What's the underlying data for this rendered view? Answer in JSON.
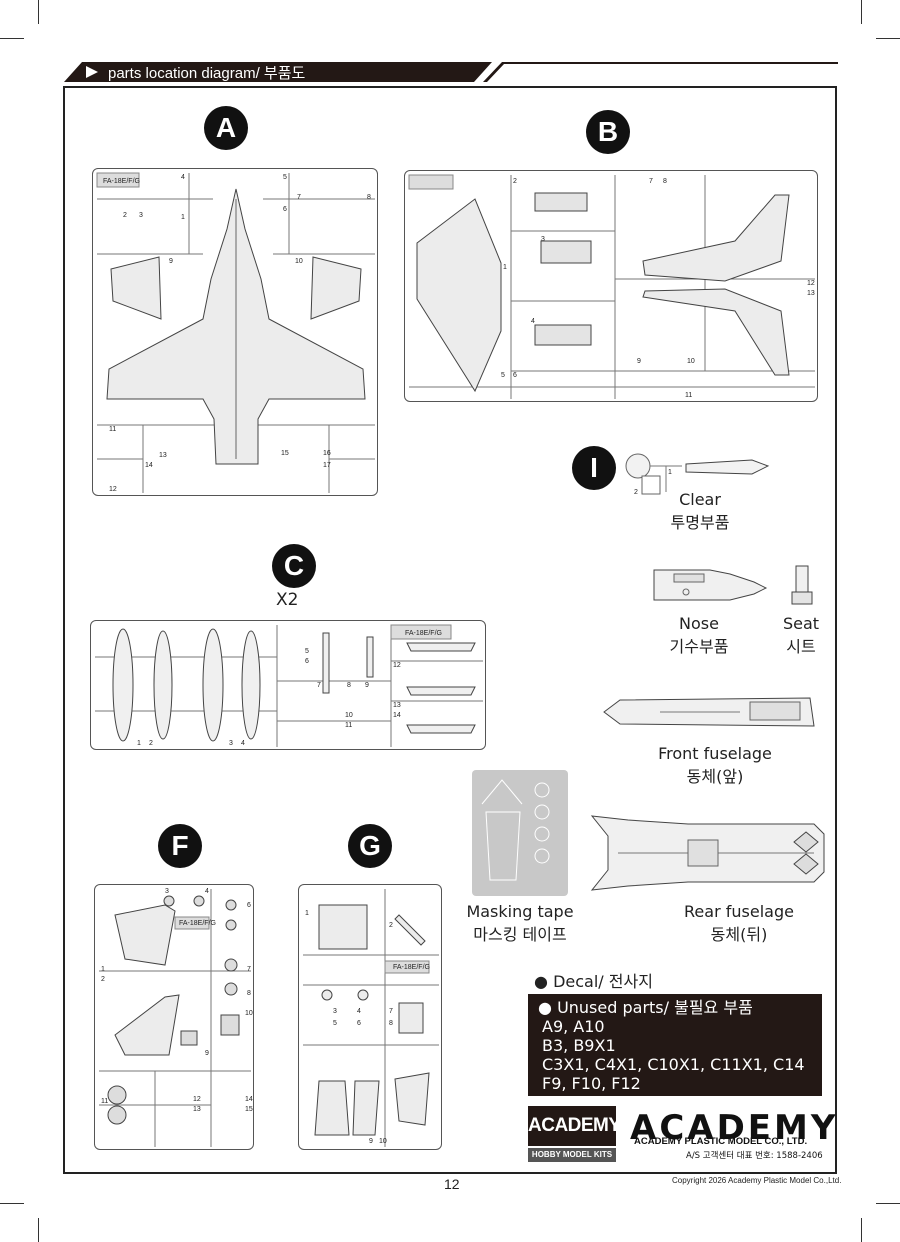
{
  "header": {
    "title": "parts location diagram/ 부품도"
  },
  "sprues": {
    "A": {
      "letter": "A",
      "tag": "FA-18E/F/G"
    },
    "B": {
      "letter": "B"
    },
    "C": {
      "letter": "C",
      "count": "X2",
      "tag": "FA-18E/F/G"
    },
    "F": {
      "letter": "F",
      "tag": "FA-18E/F/G"
    },
    "G": {
      "letter": "G",
      "tag": "FA-18E/F/G"
    },
    "I": {
      "letter": "I",
      "en": "Clear",
      "ko": "투명부품"
    }
  },
  "parts": {
    "nose": {
      "en": "Nose",
      "ko": "기수부품"
    },
    "seat": {
      "en": "Seat",
      "ko": "시트"
    },
    "front_fuselage": {
      "en": "Front fuselage",
      "ko": "동체(앞)"
    },
    "rear_fuselage": {
      "en": "Rear  fuselage",
      "ko": "동체(뒤)"
    },
    "masking_tape": {
      "en": "Masking tape",
      "ko": "마스킹 테이프"
    }
  },
  "decal": {
    "label": "Decal/ 전사지"
  },
  "unused": {
    "title": "Unused parts/ 불필요 부품",
    "lines": [
      "A9, A10",
      "B3, B9X1",
      "C3X1, C4X1, C10X1, C11X1, C14",
      "F9, F10, F12"
    ]
  },
  "logo": {
    "badge_top": "ACADEMY",
    "badge_bottom": "HOBBY MODEL KITS",
    "brand": "ACADEMY"
  },
  "company": {
    "name": "ACADEMY PLASTIC MODEL CO., LTD.",
    "as_line": "A/S 고객센터 대표 번호: 1588-2406"
  },
  "footer": {
    "page": "12",
    "copyright": "Copyright 2026 Academy Plastic Model Co.,Ltd."
  }
}
